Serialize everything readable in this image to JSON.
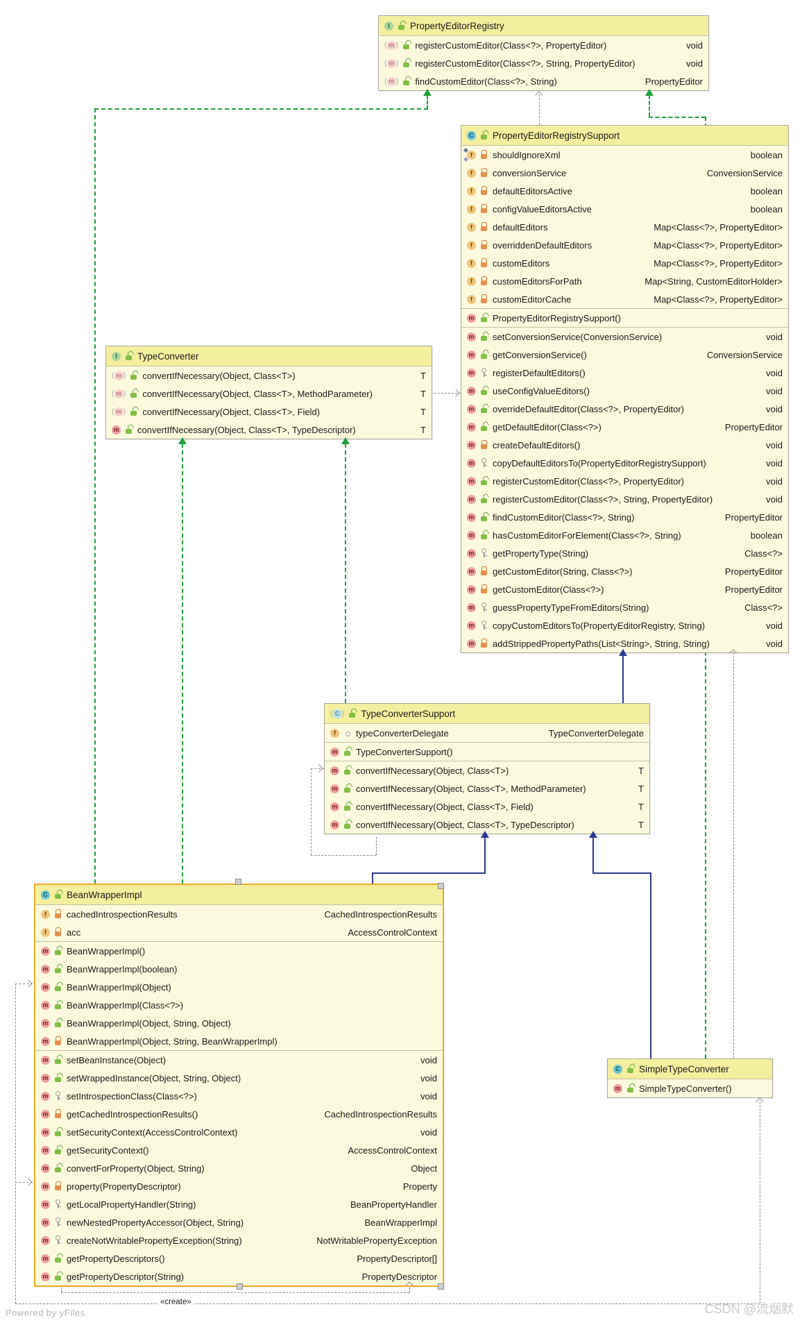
{
  "diagram": {
    "labels": {
      "create_stereotype": "«create»",
      "powered_by": "Powered by yFiles",
      "watermark": "CSDN @流烟默"
    },
    "colors": {
      "extends_line": "#2b3a8f",
      "implements_line": "#1fa13c",
      "dependency_line": "#8a8a8a",
      "box_header_bg": "#f4ef9f",
      "box_body_bg": "#fcfade",
      "box_border": "#a9a896",
      "selected_box_border": "#eeac27"
    },
    "classes": [
      {
        "id": "b-per",
        "kind": "interface",
        "name": "PropertyEditorRegistry",
        "sections": [
          {
            "rows": [
              {
                "member": "method",
                "abstract": true,
                "visibility": "public",
                "label": "registerCustomEditor(Class<?>, PropertyEditor)",
                "type": "void"
              },
              {
                "member": "method",
                "abstract": true,
                "visibility": "public",
                "label": "registerCustomEditor(Class<?>, String, PropertyEditor)",
                "type": "void"
              },
              {
                "member": "method",
                "abstract": true,
                "visibility": "public",
                "label": "findCustomEditor(Class<?>, String)",
                "type": "PropertyEditor"
              }
            ]
          }
        ]
      },
      {
        "id": "b-pers",
        "kind": "class",
        "name": "PropertyEditorRegistrySupport",
        "sections": [
          {
            "rows": [
              {
                "member": "field",
                "decorated": true,
                "visibility": "private",
                "label": "shouldIgnoreXml",
                "type": "boolean"
              },
              {
                "member": "field",
                "visibility": "private",
                "label": "conversionService",
                "type": "ConversionService"
              },
              {
                "member": "field",
                "visibility": "private",
                "label": "defaultEditorsActive",
                "type": "boolean"
              },
              {
                "member": "field",
                "visibility": "private",
                "label": "configValueEditorsActive",
                "type": "boolean"
              },
              {
                "member": "field",
                "visibility": "private",
                "label": "defaultEditors",
                "type": "Map<Class<?>, PropertyEditor>"
              },
              {
                "member": "field",
                "visibility": "private",
                "label": "overriddenDefaultEditors",
                "type": "Map<Class<?>, PropertyEditor>"
              },
              {
                "member": "field",
                "visibility": "private",
                "label": "customEditors",
                "type": "Map<Class<?>, PropertyEditor>"
              },
              {
                "member": "field",
                "visibility": "private",
                "label": "customEditorsForPath",
                "type": "Map<String, CustomEditorHolder>"
              },
              {
                "member": "field",
                "visibility": "private",
                "label": "customEditorCache",
                "type": "Map<Class<?>, PropertyEditor>"
              }
            ]
          },
          {
            "rows": [
              {
                "member": "method",
                "visibility": "public",
                "label": "PropertyEditorRegistrySupport()",
                "type": ""
              }
            ]
          },
          {
            "rows": [
              {
                "member": "method",
                "visibility": "public",
                "label": "setConversionService(ConversionService)",
                "type": "void"
              },
              {
                "member": "method",
                "visibility": "public",
                "label": "getConversionService()",
                "type": "ConversionService"
              },
              {
                "member": "method",
                "visibility": "protected",
                "label": "registerDefaultEditors()",
                "type": "void"
              },
              {
                "member": "method",
                "visibility": "public",
                "label": "useConfigValueEditors()",
                "type": "void"
              },
              {
                "member": "method",
                "visibility": "public",
                "label": "overrideDefaultEditor(Class<?>, PropertyEditor)",
                "type": "void"
              },
              {
                "member": "method",
                "visibility": "public",
                "label": "getDefaultEditor(Class<?>)",
                "type": "PropertyEditor"
              },
              {
                "member": "method",
                "visibility": "private",
                "label": "createDefaultEditors()",
                "type": "void"
              },
              {
                "member": "method",
                "visibility": "protected",
                "label": "copyDefaultEditorsTo(PropertyEditorRegistrySupport)",
                "type": "void"
              },
              {
                "member": "method",
                "visibility": "public",
                "label": "registerCustomEditor(Class<?>, PropertyEditor)",
                "type": "void"
              },
              {
                "member": "method",
                "visibility": "public",
                "label": "registerCustomEditor(Class<?>, String, PropertyEditor)",
                "type": "void"
              },
              {
                "member": "method",
                "visibility": "public",
                "label": "findCustomEditor(Class<?>, String)",
                "type": "PropertyEditor"
              },
              {
                "member": "method",
                "visibility": "public",
                "label": "hasCustomEditorForElement(Class<?>, String)",
                "type": "boolean"
              },
              {
                "member": "method",
                "visibility": "protected",
                "label": "getPropertyType(String)",
                "type": "Class<?>"
              },
              {
                "member": "method",
                "visibility": "private",
                "label": "getCustomEditor(String, Class<?>)",
                "type": "PropertyEditor"
              },
              {
                "member": "method",
                "visibility": "private",
                "label": "getCustomEditor(Class<?>)",
                "type": "PropertyEditor"
              },
              {
                "member": "method",
                "visibility": "protected",
                "label": "guessPropertyTypeFromEditors(String)",
                "type": "Class<?>"
              },
              {
                "member": "method",
                "visibility": "protected",
                "label": "copyCustomEditorsTo(PropertyEditorRegistry, String)",
                "type": "void"
              },
              {
                "member": "method",
                "visibility": "private",
                "label": "addStrippedPropertyPaths(List<String>, String, String)",
                "type": "void"
              }
            ]
          }
        ]
      },
      {
        "id": "b-tc",
        "kind": "interface",
        "name": "TypeConverter",
        "sections": [
          {
            "rows": [
              {
                "member": "method",
                "abstract": true,
                "visibility": "public",
                "label": "convertIfNecessary(Object, Class<T>)",
                "type": "T"
              },
              {
                "member": "method",
                "abstract": true,
                "visibility": "public",
                "label": "convertIfNecessary(Object, Class<T>, MethodParameter)",
                "type": "T"
              },
              {
                "member": "method",
                "abstract": true,
                "visibility": "public",
                "label": "convertIfNecessary(Object, Class<T>, Field)",
                "type": "T"
              },
              {
                "member": "method",
                "visibility": "public",
                "label": "convertIfNecessary(Object, Class<T>, TypeDescriptor)",
                "type": "T"
              }
            ]
          }
        ]
      },
      {
        "id": "b-tcs",
        "kind": "abstract-class",
        "name": "TypeConverterSupport",
        "sections": [
          {
            "rows": [
              {
                "member": "field",
                "visibility": "package",
                "label": "typeConverterDelegate",
                "type": "TypeConverterDelegate"
              }
            ]
          },
          {
            "rows": [
              {
                "member": "method",
                "visibility": "public",
                "label": "TypeConverterSupport()",
                "type": ""
              }
            ]
          },
          {
            "rows": [
              {
                "member": "method",
                "visibility": "public",
                "label": "convertIfNecessary(Object, Class<T>)",
                "type": "T"
              },
              {
                "member": "method",
                "visibility": "public",
                "label": "convertIfNecessary(Object, Class<T>, MethodParameter)",
                "type": "T"
              },
              {
                "member": "method",
                "visibility": "public",
                "label": "convertIfNecessary(Object, Class<T>, Field)",
                "type": "T"
              },
              {
                "member": "method",
                "visibility": "public",
                "label": "convertIfNecessary(Object, Class<T>, TypeDescriptor)",
                "type": "T"
              }
            ]
          }
        ]
      },
      {
        "id": "b-bwi",
        "kind": "class",
        "name": "BeanWrapperImpl",
        "selected": true,
        "sections": [
          {
            "rows": [
              {
                "member": "field",
                "visibility": "private",
                "label": "cachedIntrospectionResults",
                "type": "CachedIntrospectionResults"
              },
              {
                "member": "field",
                "visibility": "private",
                "label": "acc",
                "type": "AccessControlContext"
              }
            ]
          },
          {
            "rows": [
              {
                "member": "method",
                "visibility": "public",
                "label": "BeanWrapperImpl()",
                "type": ""
              },
              {
                "member": "method",
                "visibility": "public",
                "label": "BeanWrapperImpl(boolean)",
                "type": ""
              },
              {
                "member": "method",
                "visibility": "public",
                "label": "BeanWrapperImpl(Object)",
                "type": ""
              },
              {
                "member": "method",
                "visibility": "public",
                "label": "BeanWrapperImpl(Class<?>)",
                "type": ""
              },
              {
                "member": "method",
                "visibility": "public",
                "label": "BeanWrapperImpl(Object, String, Object)",
                "type": ""
              },
              {
                "member": "method",
                "visibility": "private",
                "label": "BeanWrapperImpl(Object, String, BeanWrapperImpl)",
                "type": ""
              }
            ]
          },
          {
            "rows": [
              {
                "member": "method",
                "visibility": "public",
                "label": "setBeanInstance(Object)",
                "type": "void"
              },
              {
                "member": "method",
                "visibility": "public",
                "label": "setWrappedInstance(Object, String, Object)",
                "type": "void"
              },
              {
                "member": "method",
                "visibility": "protected",
                "label": "setIntrospectionClass(Class<?>)",
                "type": "void"
              },
              {
                "member": "method",
                "visibility": "private",
                "label": "getCachedIntrospectionResults()",
                "type": "CachedIntrospectionResults"
              },
              {
                "member": "method",
                "visibility": "public",
                "label": "setSecurityContext(AccessControlContext)",
                "type": "void"
              },
              {
                "member": "method",
                "visibility": "public",
                "label": "getSecurityContext()",
                "type": "AccessControlContext"
              },
              {
                "member": "method",
                "visibility": "public",
                "label": "convertForProperty(Object, String)",
                "type": "Object"
              },
              {
                "member": "method",
                "visibility": "private",
                "label": "property(PropertyDescriptor)",
                "type": "Property"
              },
              {
                "member": "method",
                "visibility": "protected",
                "label": "getLocalPropertyHandler(String)",
                "type": "BeanPropertyHandler"
              },
              {
                "member": "method",
                "visibility": "protected",
                "label": "newNestedPropertyAccessor(Object, String)",
                "type": "BeanWrapperImpl"
              },
              {
                "member": "method",
                "visibility": "protected",
                "label": "createNotWritablePropertyException(String)",
                "type": "NotWritablePropertyException"
              },
              {
                "member": "method",
                "visibility": "public",
                "label": "getPropertyDescriptors()",
                "type": "PropertyDescriptor[]"
              },
              {
                "member": "method",
                "visibility": "public",
                "label": "getPropertyDescriptor(String)",
                "type": "PropertyDescriptor"
              }
            ]
          }
        ]
      },
      {
        "id": "b-stc",
        "kind": "class",
        "name": "SimpleTypeConverter",
        "sections": [
          {
            "rows": [
              {
                "member": "method",
                "visibility": "public",
                "label": "SimpleTypeConverter()",
                "type": ""
              }
            ]
          }
        ]
      }
    ]
  }
}
